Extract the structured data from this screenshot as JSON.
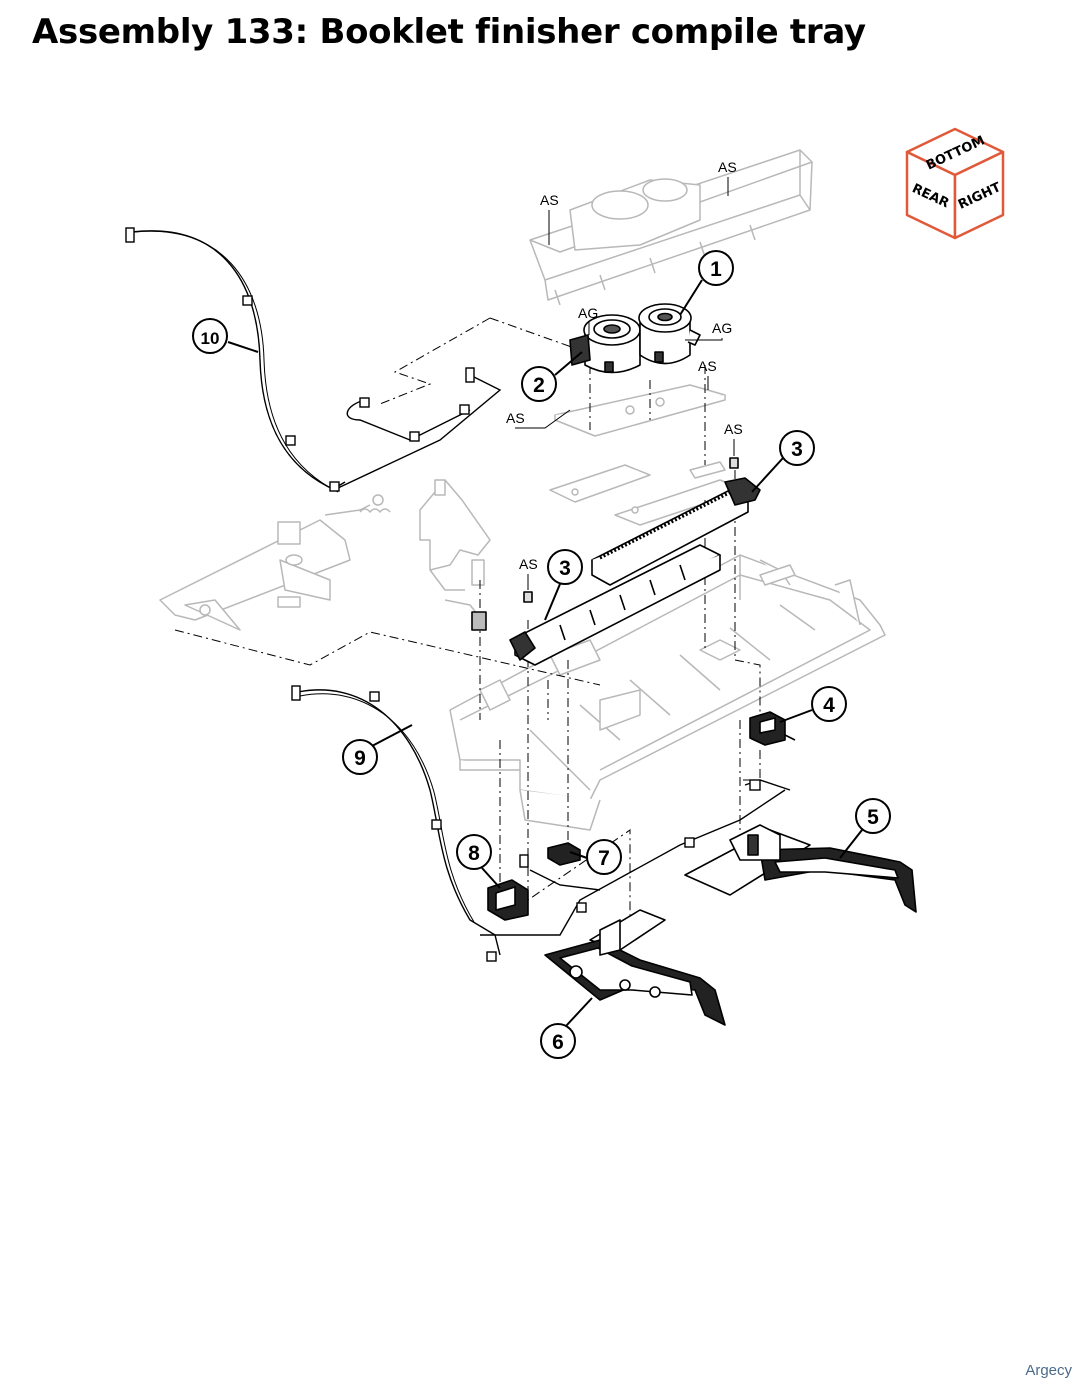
{
  "title": "Assembly 133: Booklet finisher compile tray",
  "watermark": "Argecy",
  "orientation_cube": {
    "top": "BOTTOM",
    "left": "REAR",
    "right": "RIGHT",
    "accent_color": "#e05a3a"
  },
  "callouts": [
    "1",
    "2",
    "3",
    "3",
    "4",
    "5",
    "6",
    "7",
    "8",
    "9",
    "10"
  ],
  "refs": [
    "AS",
    "AS",
    "AG",
    "AG",
    "AS",
    "AS",
    "AS",
    "AS"
  ],
  "colors": {
    "ink": "#000000",
    "ghost": "#b8b8b8"
  }
}
